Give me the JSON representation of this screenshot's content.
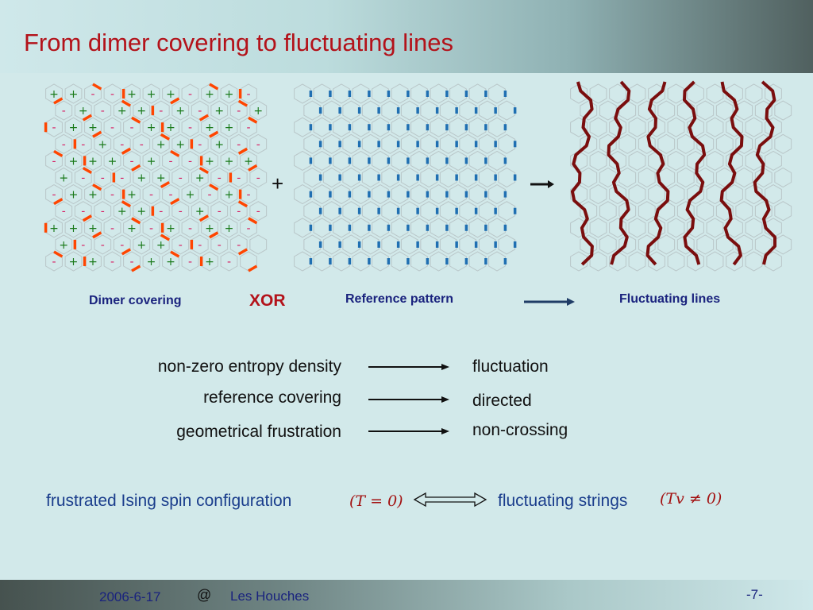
{
  "slide": {
    "title": "From dimer covering to fluctuating lines",
    "plus_symbol": "+",
    "labels": {
      "dimer": "Dimer covering",
      "xor": "XOR",
      "reference": "Reference pattern",
      "lines": "Fluctuating lines"
    },
    "rows": [
      {
        "left": "non-zero entropy density",
        "right": "fluctuation"
      },
      {
        "left": "reference covering",
        "right": "directed"
      },
      {
        "left": "geometrical frustration",
        "right": "non-crossing"
      }
    ],
    "bottom": {
      "left_text": "frustrated Ising spin configuration",
      "left_math": "(T = 0)",
      "right_text": "fluctuating strings",
      "right_math": "(Tv ≠ 0)"
    },
    "footer": {
      "date": "2006-6-17",
      "at": "@",
      "place": "Les Houches",
      "page": "-7-"
    }
  },
  "colors": {
    "title": "#b3121a",
    "dimer": "#ff4500",
    "reference": "#1f6fb2",
    "lines": "#7a0e0e",
    "spin_plus": "#1a7a1a",
    "spin_minus": "#d81b60",
    "text_blue": "#1a237e"
  },
  "spins": [
    "++--+++-++-",
    "-+-++-+-+-+",
    "-++--++-++-",
    "--+--++-+--",
    "-+++-+--+++",
    "+---++-+---",
    "-++-+--+-+-",
    "---++--+---",
    "+++-+-+-++-",
    "+---++----",
    "-++--++-+-"
  ]
}
